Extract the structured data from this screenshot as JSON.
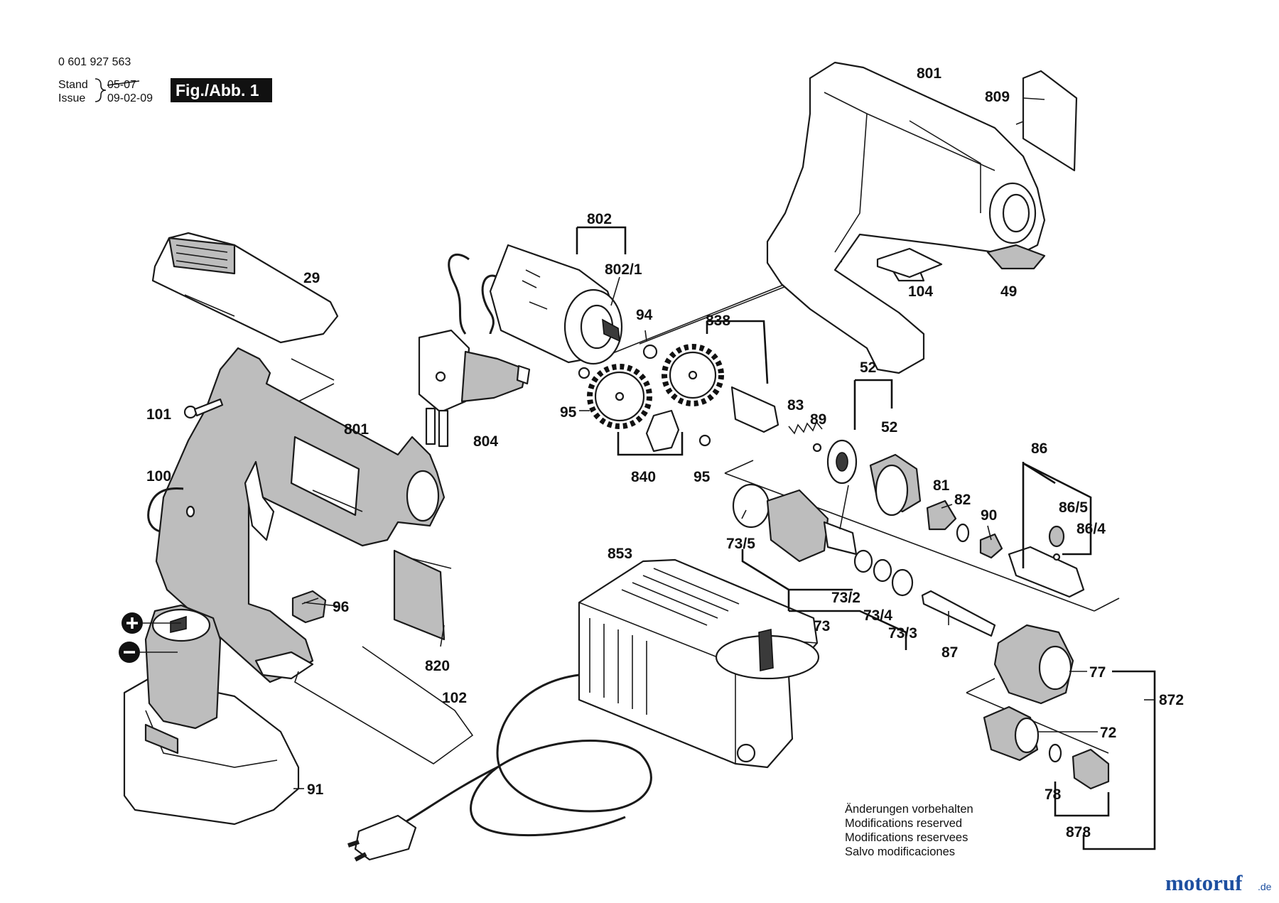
{
  "header": {
    "part_number": "0 601 927 563",
    "stand_label": "Stand",
    "issue_label": "Issue",
    "stand_date": "05-07",
    "issue_date": "09-02-09",
    "figure_tag": "Fig./Abb. 1"
  },
  "notes": [
    "Änderungen vorbehalten",
    "Modifications reserved",
    "Modifications reservees",
    "Salvo modificaciones"
  ],
  "watermark": {
    "text": "motoruf",
    "suffix": ".de",
    "color": "#1d4fa0"
  },
  "callouts": {
    "c801a": "801",
    "c809": "809",
    "c802": "802",
    "c8021": "802/1",
    "c29": "29",
    "c94": "94",
    "c838": "838",
    "c104": "104",
    "c49": "49",
    "c52a": "52",
    "c52b": "52",
    "c83": "83",
    "c89": "89",
    "c95a": "95",
    "c95b": "95",
    "c840": "840",
    "c804": "804",
    "c101": "101",
    "c801b": "801",
    "c100": "100",
    "c86": "86",
    "c865": "86/5",
    "c864": "86/4",
    "c81": "81",
    "c82": "82",
    "c90": "90",
    "c735": "73/5",
    "c853": "853",
    "c732": "73/2",
    "c734": "73/4",
    "c733": "73/3",
    "c73": "73",
    "c87": "87",
    "c96": "96",
    "c820": "820",
    "c77": "77",
    "c872": "872",
    "c72": "72",
    "c102": "102",
    "c91": "91",
    "c78": "78",
    "c878": "878"
  }
}
